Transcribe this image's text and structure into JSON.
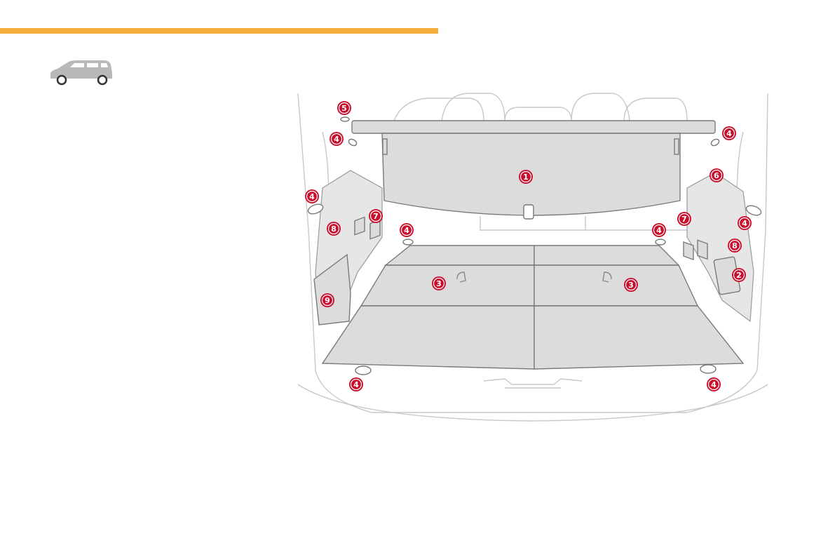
{
  "colors": {
    "accent_bar": "#f6ae3f",
    "callout": "#c8102e",
    "car_icon": "#b9b9b9"
  },
  "icons": {
    "vehicle": "car-side-icon"
  },
  "diagram": {
    "callouts": [
      {
        "id": "c1",
        "label": "1"
      },
      {
        "id": "c2",
        "label": "2"
      },
      {
        "id": "c3a",
        "label": "3"
      },
      {
        "id": "c3b",
        "label": "3"
      },
      {
        "id": "c4a",
        "label": "4"
      },
      {
        "id": "c4b",
        "label": "4"
      },
      {
        "id": "c4c",
        "label": "4"
      },
      {
        "id": "c4d",
        "label": "4"
      },
      {
        "id": "c4e",
        "label": "4"
      },
      {
        "id": "c4f",
        "label": "4"
      },
      {
        "id": "c4g",
        "label": "4"
      },
      {
        "id": "c4h",
        "label": "4"
      },
      {
        "id": "c5",
        "label": "5"
      },
      {
        "id": "c6",
        "label": "6"
      },
      {
        "id": "c7a",
        "label": "7"
      },
      {
        "id": "c7b",
        "label": "7"
      },
      {
        "id": "c8a",
        "label": "8"
      },
      {
        "id": "c8b",
        "label": "8"
      },
      {
        "id": "c9",
        "label": "9"
      }
    ]
  }
}
